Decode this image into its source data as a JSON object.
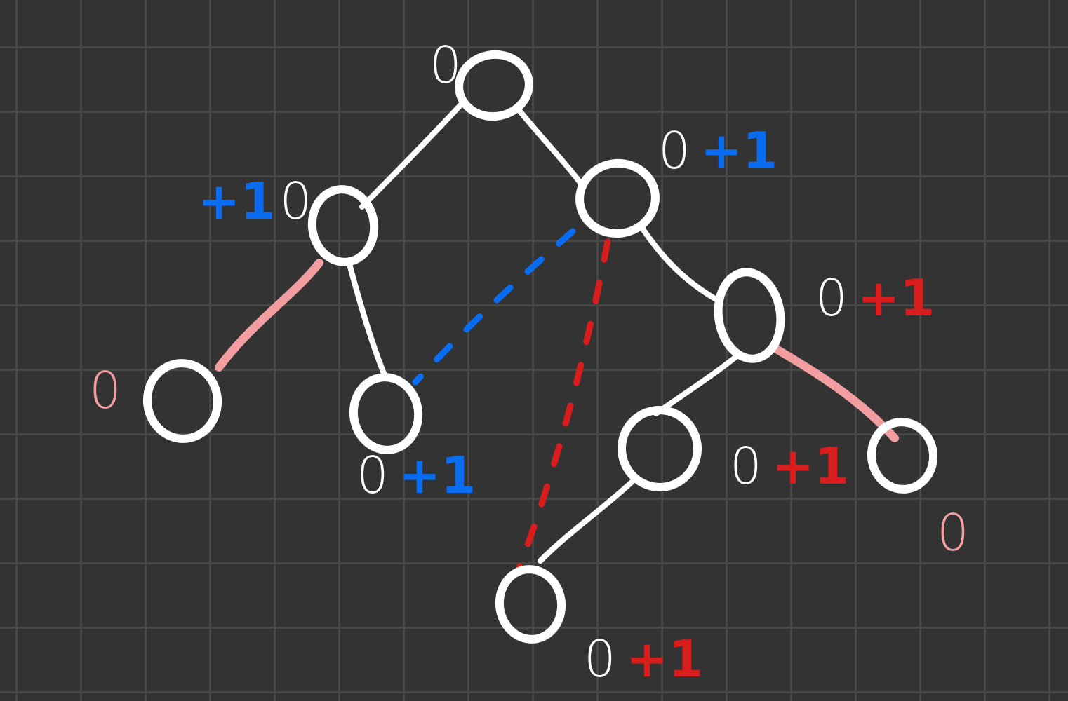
{
  "colors": {
    "background": "#333333",
    "grid": "#474747",
    "ink": "#ffffff",
    "blue": "#0a6cf0",
    "red": "#d91c1c",
    "pink": "#f29ea0"
  },
  "nodes": [
    {
      "id": "root",
      "label": {
        "base": "0",
        "delta": ""
      }
    },
    {
      "id": "a",
      "label": {
        "base": "0",
        "delta": "+1",
        "delta_color": "blue",
        "delta_first": true
      }
    },
    {
      "id": "b",
      "label": {
        "base": "0",
        "delta": "+1",
        "delta_color": "blue"
      }
    },
    {
      "id": "a1",
      "label": {
        "base": "0",
        "delta": "",
        "base_color": "pink"
      }
    },
    {
      "id": "a2",
      "label": {
        "base": "0",
        "delta": "+1",
        "delta_color": "blue"
      }
    },
    {
      "id": "c",
      "label": {
        "base": "0",
        "delta": "+1",
        "delta_color": "red"
      }
    },
    {
      "id": "d",
      "label": {
        "base": "0",
        "delta": "+1",
        "delta_color": "red"
      }
    },
    {
      "id": "e",
      "label": {
        "base": "0",
        "delta": "",
        "base_color": "pink"
      }
    },
    {
      "id": "f",
      "label": {
        "base": "0",
        "delta": "+1",
        "delta_color": "red"
      }
    }
  ],
  "edges": [
    {
      "from": "root",
      "to": "a",
      "style": "solid",
      "color": "ink"
    },
    {
      "from": "root",
      "to": "b",
      "style": "solid",
      "color": "ink"
    },
    {
      "from": "a",
      "to": "a1",
      "style": "solid",
      "color": "pink"
    },
    {
      "from": "a",
      "to": "a2",
      "style": "solid",
      "color": "ink"
    },
    {
      "from": "b",
      "to": "c",
      "style": "solid",
      "color": "ink"
    },
    {
      "from": "c",
      "to": "d",
      "style": "solid",
      "color": "ink"
    },
    {
      "from": "c",
      "to": "e",
      "style": "solid",
      "color": "pink"
    },
    {
      "from": "d",
      "to": "f",
      "style": "solid",
      "color": "ink"
    },
    {
      "from": "b",
      "to": "a2",
      "style": "dashed",
      "color": "blue"
    },
    {
      "from": "b",
      "to": "f",
      "style": "dashed",
      "color": "red"
    }
  ]
}
